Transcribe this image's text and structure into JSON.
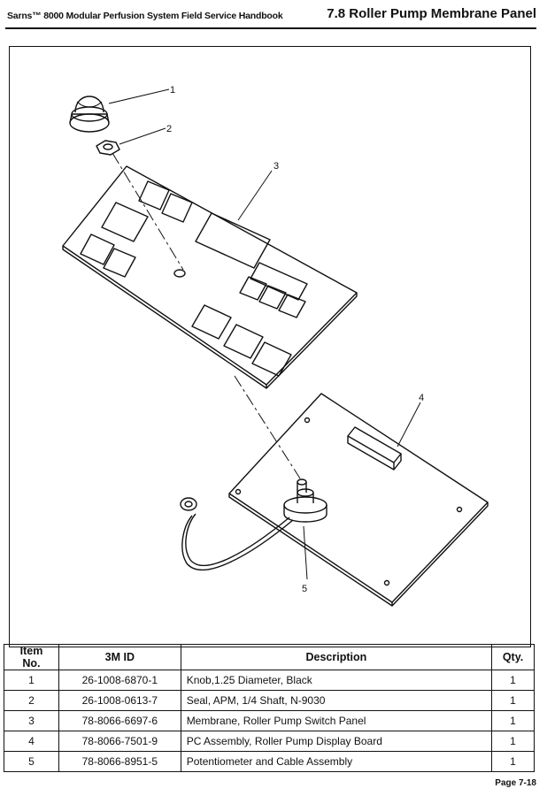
{
  "header": {
    "left": "Sarns™ 8000 Modular Perfusion System Field Service Handbook",
    "right": "7.8  Roller Pump Membrane Panel"
  },
  "figure": {
    "callouts": [
      "1",
      "2",
      "3",
      "4",
      "5"
    ]
  },
  "table": {
    "headers": [
      "Item No.",
      "3M ID",
      "Description",
      "Qty."
    ],
    "rows": [
      {
        "item": "1",
        "id": "26-1008-6870-1",
        "description": "Knob,1.25 Diameter, Black",
        "qty": "1"
      },
      {
        "item": "2",
        "id": "26-1008-0613-7",
        "description": "Seal, APM, 1/4 Shaft, N-9030",
        "qty": "1"
      },
      {
        "item": "3",
        "id": "78-8066-6697-6",
        "description": "Membrane, Roller Pump Switch Panel",
        "qty": "1"
      },
      {
        "item": "4",
        "id": "78-8066-7501-9",
        "description": "PC Assembly, Roller Pump Display Board",
        "qty": "1"
      },
      {
        "item": "5",
        "id": "78-8066-8951-5",
        "description": "Potentiometer and Cable Assembly",
        "qty": "1"
      }
    ]
  },
  "footer": {
    "page": "Page 7-18"
  }
}
